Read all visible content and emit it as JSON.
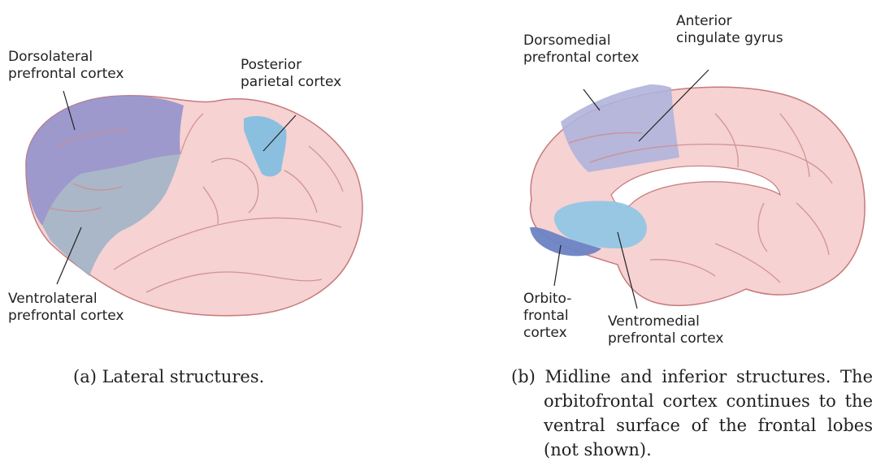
{
  "panel_a": {
    "labels": {
      "dlpfc": "Dorsolateral\nprefrontal cortex",
      "ppc": "Posterior\nparietal cortex",
      "vlpfc": "Ventrolateral\nprefrontal cortex"
    },
    "caption": "(a) Lateral structures."
  },
  "panel_b": {
    "labels": {
      "acg": "Anterior\ncingulate gyrus",
      "dmpfc": "Dorsomedial\nprefrontal cortex",
      "ofc": "Orbito-\nfrontal\ncortex",
      "vmpfc": "Ventromedial\nprefrontal cortex"
    },
    "caption": "(b) Midline and inferior structures. The orbitofrontal cortex continues to the ventral surface of the frontal lobes (not shown)."
  },
  "colors": {
    "brain_fill": "#f6d2d2",
    "brain_outline": "#c77a7a",
    "sulcus": "#cf8d8d",
    "dlpfc_region": "#8d8fcb",
    "vlpfc_region": "#9eb3c6",
    "ppc_region": "#7fbde0",
    "dmpfc_region": "#b0b2dc",
    "vmpfc_region": "#8fc6e4",
    "ofc_region": "#6b83c4",
    "callosum": "#ffffff"
  }
}
